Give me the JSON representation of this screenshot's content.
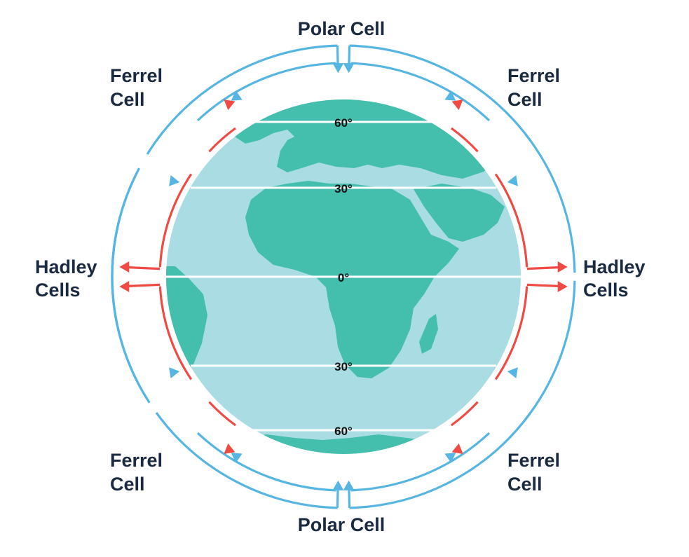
{
  "colors": {
    "ocean": "#a9dde3",
    "land": "#44bfae",
    "upper_flow": "#55b5e3",
    "surface_flow": "#ef4a44",
    "latitude_line": "#ffffff",
    "label_text": "#1a2a40"
  },
  "labels": {
    "polar_top": "Polar Cell",
    "polar_bottom": "Polar Cell",
    "ferrel_tl": [
      "Ferrel",
      "Cell"
    ],
    "ferrel_tr": [
      "Ferrel",
      "Cell"
    ],
    "ferrel_bl": [
      "Ferrel",
      "Cell"
    ],
    "ferrel_br": [
      "Ferrel",
      "Cell"
    ],
    "hadley_left": [
      "Hadley",
      "Cells"
    ],
    "hadley_right": [
      "Hadley",
      "Cells"
    ]
  },
  "latitudes": {
    "n60": "60°",
    "n30": "30°",
    "eq": "0°",
    "s30": "30°",
    "s60": "60°"
  },
  "icons": {
    "globe": "earth-globe-icon"
  }
}
